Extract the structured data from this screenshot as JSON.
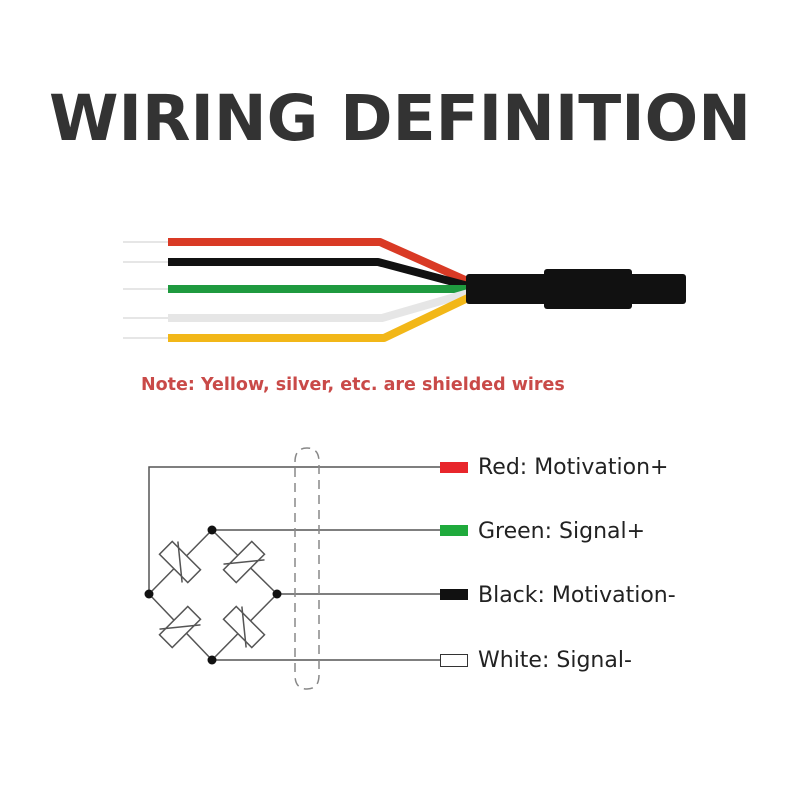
{
  "title": "WIRING DEFINITION",
  "note": "Note: Yellow, silver, etc. are shielded wires",
  "cable_wires": [
    {
      "color_name": "red",
      "color": "#d93a25"
    },
    {
      "color_name": "black",
      "color": "#111111"
    },
    {
      "color_name": "green",
      "color": "#1f9a3f"
    },
    {
      "color_name": "white",
      "color": "#e6e6e6"
    },
    {
      "color_name": "yellow",
      "color": "#f2b718"
    }
  ],
  "legend": [
    {
      "label": "Red: Motivation+",
      "color": "#e8262b",
      "border": "#e8262b"
    },
    {
      "label": "Green: Signal+",
      "color": "#1faa3c",
      "border": "#1faa3c"
    },
    {
      "label": "Black: Motivation-",
      "color": "#111111",
      "border": "#111111"
    },
    {
      "label": "White: Signal-",
      "color": "#ffffff",
      "border": "#333333"
    }
  ],
  "colors": {
    "title": "#333333",
    "note": "#c94a48",
    "circuit_line": "#555555"
  }
}
